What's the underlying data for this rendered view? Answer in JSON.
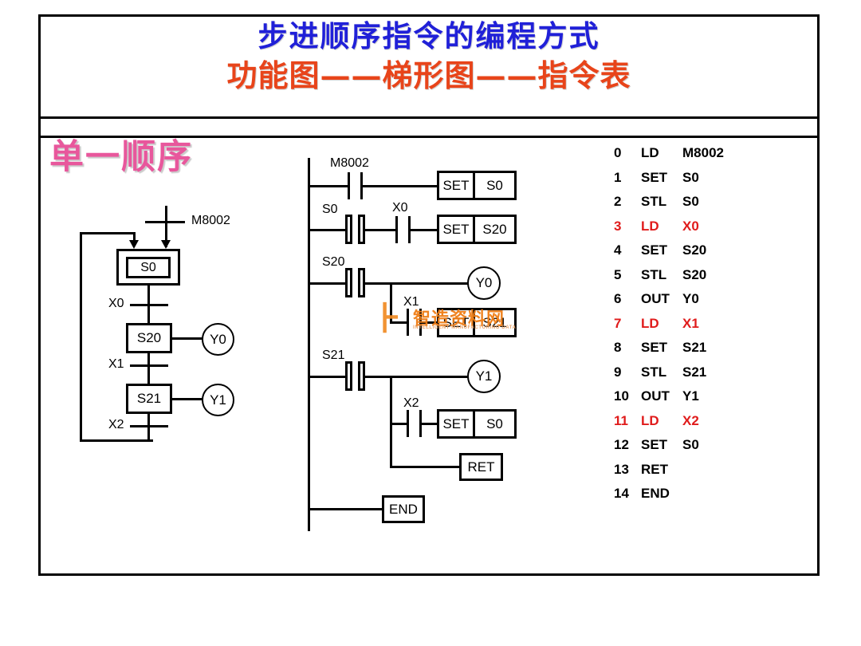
{
  "title": {
    "line1": "步进顺序指令的编程方式",
    "line2": "功能图——梯形图——指令表",
    "line1_color": "#2020d8",
    "line2_color": "#e8441a"
  },
  "section": {
    "label": "单一顺序",
    "color": "#e8579c"
  },
  "sfc": {
    "caption": "M8002",
    "states": [
      {
        "name": "S0",
        "initial": true
      },
      {
        "name": "S20",
        "initial": false
      },
      {
        "name": "S21",
        "initial": false
      }
    ],
    "transitions": [
      "X0",
      "X1",
      "X2"
    ],
    "outputs": [
      "Y0",
      "Y1"
    ]
  },
  "ladder": {
    "rungs": [
      {
        "contact": "M8002",
        "contact_type": "normally-open",
        "box": {
          "op": "SET",
          "arg": "S0"
        }
      },
      {
        "contact": "S0",
        "contact_type": "stl",
        "contact2": "X0",
        "box": {
          "op": "SET",
          "arg": "S20"
        }
      },
      {
        "contact": "S20",
        "contact_type": "stl",
        "coil": "Y0",
        "branch": {
          "contact": "X1",
          "box": {
            "op": "SET",
            "arg": "S21"
          }
        }
      },
      {
        "contact": "S21",
        "contact_type": "stl",
        "coil": "Y1",
        "branch": {
          "contact": "X2",
          "box": {
            "op": "SET",
            "arg": "S0"
          }
        }
      }
    ],
    "ret_label": "RET",
    "end_label": "END"
  },
  "instruction_list": [
    {
      "no": "0",
      "op": "LD",
      "arg": "M8002",
      "red": false
    },
    {
      "no": "1",
      "op": "SET",
      "arg": "S0",
      "red": false
    },
    {
      "no": "2",
      "op": "STL",
      "arg": "S0",
      "red": false
    },
    {
      "no": "3",
      "op": "LD",
      "arg": "X0",
      "red": true
    },
    {
      "no": "4",
      "op": "SET",
      "arg": "S20",
      "red": false
    },
    {
      "no": "5",
      "op": "STL",
      "arg": "S20",
      "red": false
    },
    {
      "no": "6",
      "op": "OUT",
      "arg": "Y0",
      "red": false
    },
    {
      "no": "7",
      "op": "LD",
      "arg": "X1",
      "red": true
    },
    {
      "no": "8",
      "op": "SET",
      "arg": "S21",
      "red": false
    },
    {
      "no": "9",
      "op": "STL",
      "arg": "S21",
      "red": false
    },
    {
      "no": "10",
      "op": "OUT",
      "arg": "Y1",
      "red": false
    },
    {
      "no": "11",
      "op": "LD",
      "arg": "X2",
      "red": true
    },
    {
      "no": "12",
      "op": "SET",
      "arg": "S0",
      "red": false
    },
    {
      "no": "13",
      "op": "RET",
      "arg": "",
      "red": false
    },
    {
      "no": "14",
      "op": "END",
      "arg": "",
      "red": false
    }
  ],
  "watermark": {
    "glyph": "⺊",
    "text": "智造资料网",
    "subtitle": "INTELLIGENT MANUFACTURING DATA",
    "color": "#ef7d15"
  }
}
